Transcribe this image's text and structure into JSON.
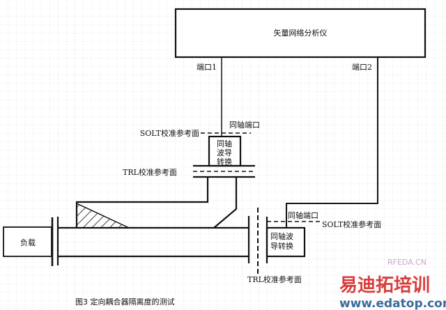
{
  "diagram": {
    "analyzer_label": "矢量网络分析仪",
    "port1_label": "端口1",
    "port2_label": "端口2",
    "coax_port_label_1": "同轴端口",
    "coax_port_label_2": "同轴端口",
    "solt_ref_label_1": "SOLT校准参考面",
    "solt_ref_label_2": "SOLT校准参考面",
    "trl_ref_label_1": "TRL校准参考面",
    "trl_ref_label_2": "TRL校准参考面",
    "converter1_lines": [
      "同轴",
      "波导",
      "转换"
    ],
    "converter2_lines": [
      "同轴波",
      "导转换"
    ],
    "load_label": "负载",
    "caption": "图3   定向耦合器隔离度的测试"
  },
  "watermark": {
    "site": "RFEDA.CN",
    "brand": "易迪拓培训",
    "url": "www.edatop.com"
  }
}
